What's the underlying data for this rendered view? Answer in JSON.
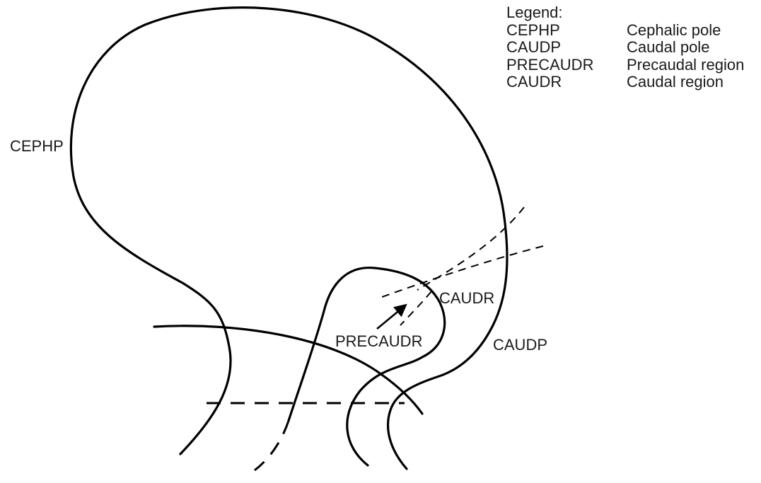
{
  "labels": {
    "cephp": "CEPHP",
    "caudr": "CAUDR",
    "precaudr": "PRECAUDR",
    "caudp": "CAUDP"
  },
  "legend": {
    "title": "Legend:",
    "entries": [
      {
        "abbr": "CEPHP",
        "definition": "Cephalic pole"
      },
      {
        "abbr": "CAUDP",
        "definition": "Caudal pole"
      },
      {
        "abbr": "PRECAUDR",
        "definition": "Precaudal region"
      },
      {
        "abbr": "CAUDR",
        "definition": "Caudal region"
      }
    ]
  }
}
